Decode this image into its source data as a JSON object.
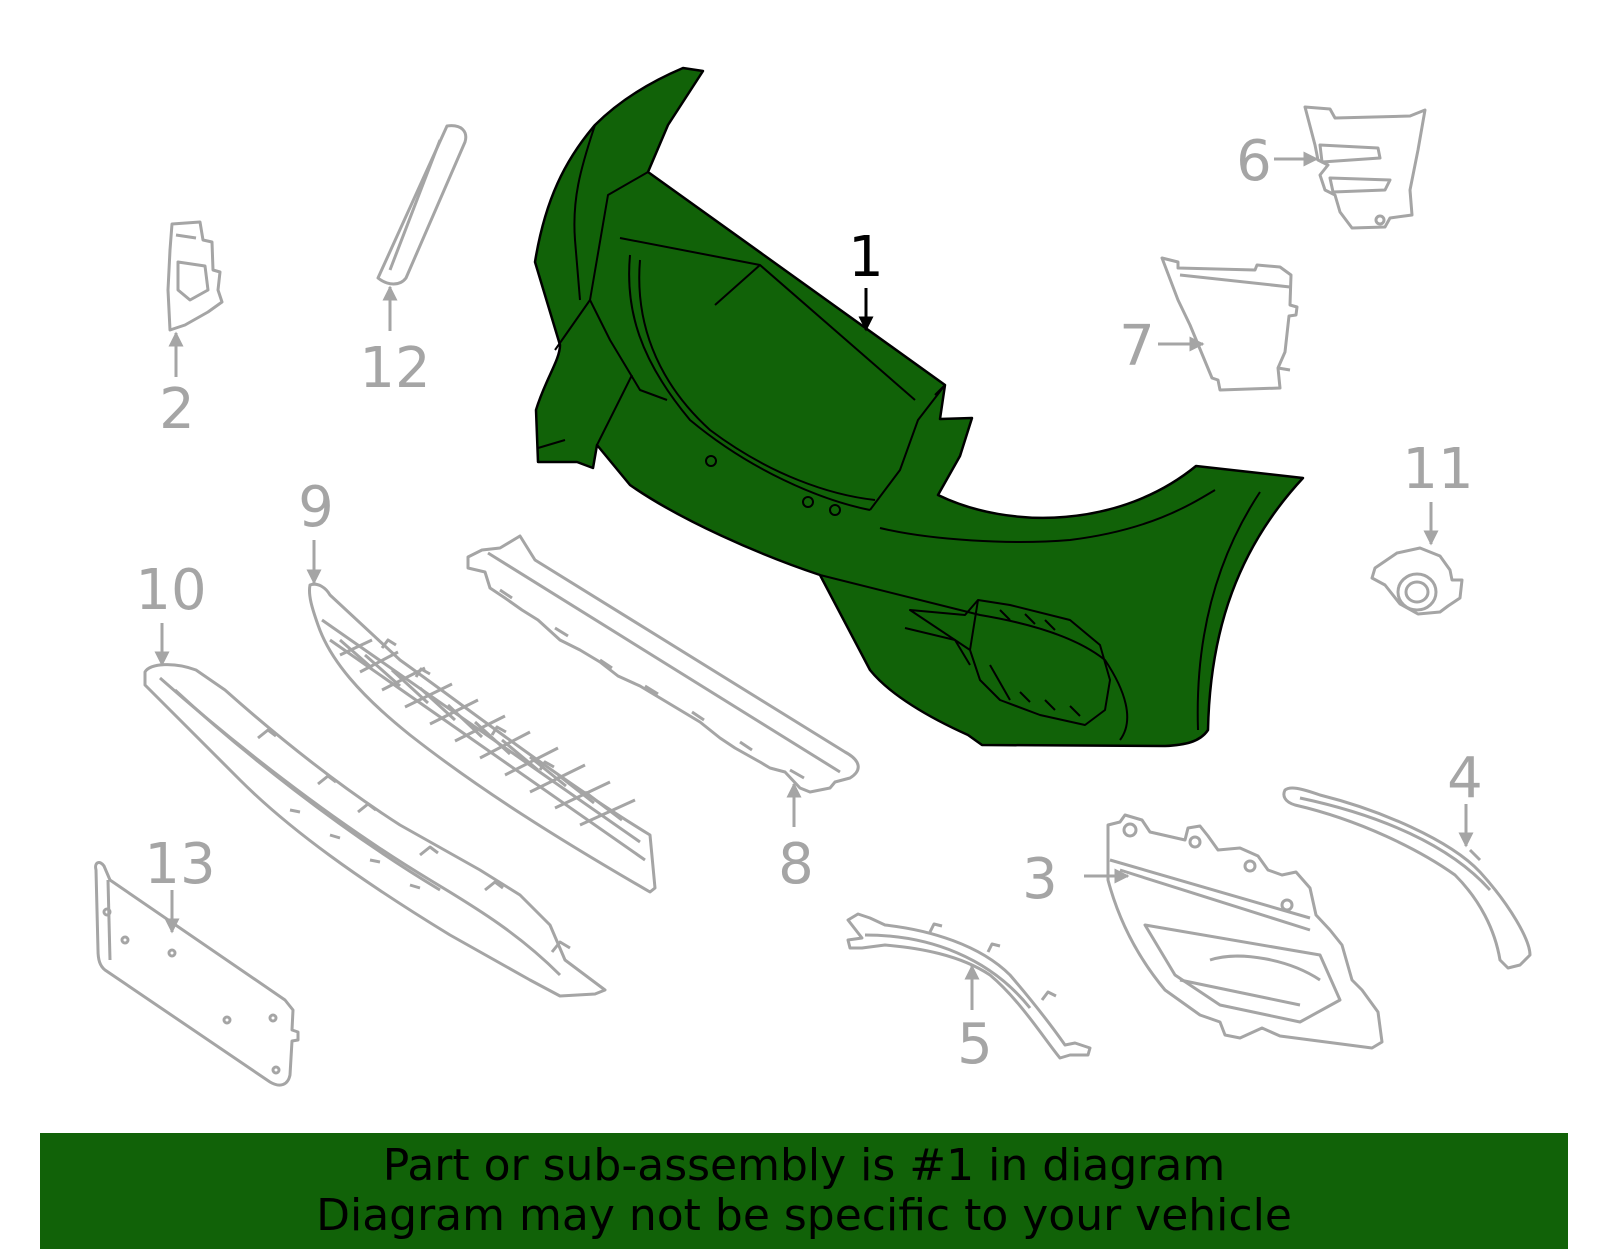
{
  "colors": {
    "highlight": "#116208",
    "part_outline": "#a5a5a5",
    "highlight_outline": "#000000",
    "banner_text": "#000000"
  },
  "callouts": {
    "c1": "1",
    "c2": "2",
    "c3": "3",
    "c4": "4",
    "c5": "5",
    "c6": "6",
    "c7": "7",
    "c8": "8",
    "c9": "9",
    "c10": "10",
    "c11": "11",
    "c12": "12",
    "c13": "13"
  },
  "banner": {
    "line1": "Part or sub-assembly is #1 in diagram",
    "line2": "Diagram may not be specific to your vehicle"
  }
}
